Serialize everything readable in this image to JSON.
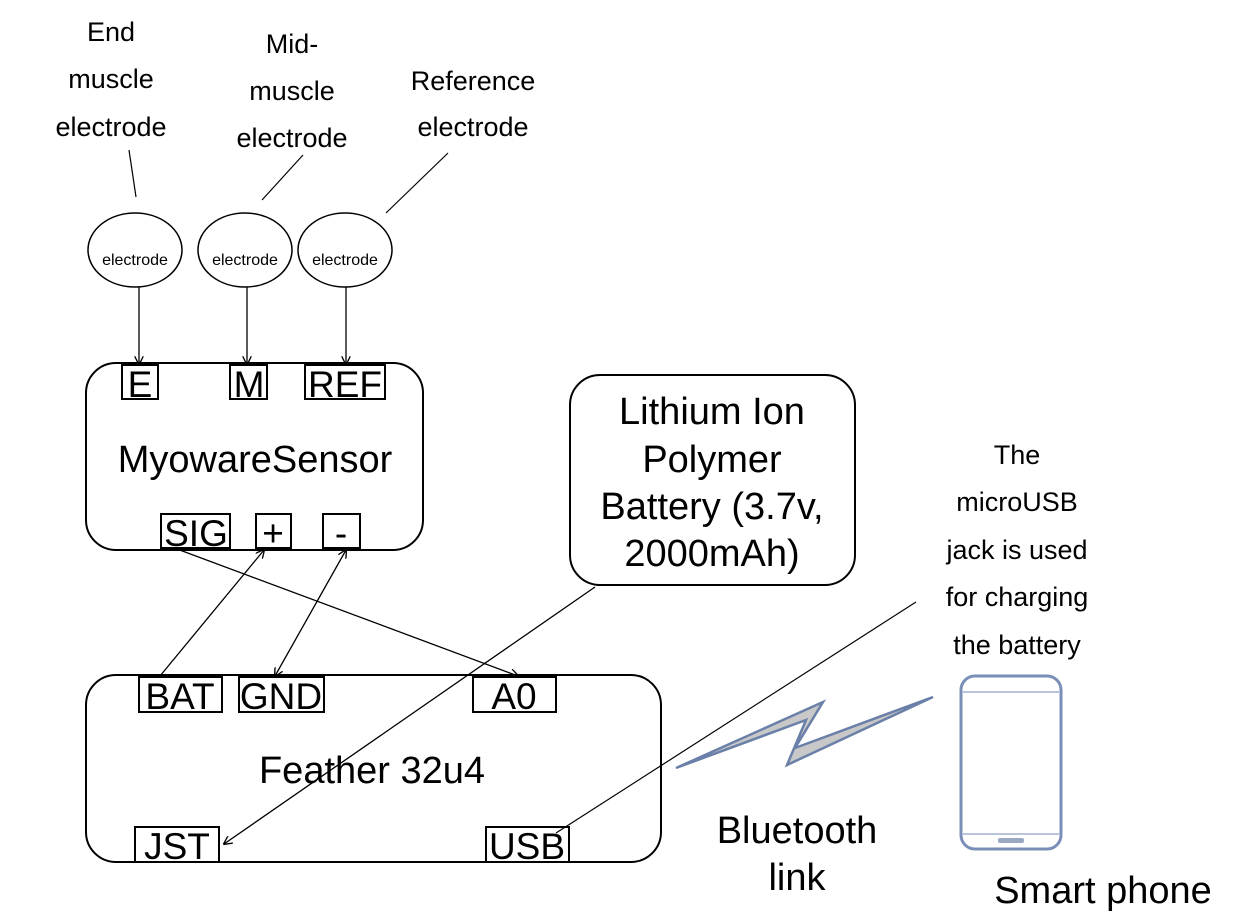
{
  "labels": {
    "end_muscle": [
      "End",
      "muscle",
      "electrode"
    ],
    "mid_muscle": [
      "Mid-",
      "muscle",
      "electrode"
    ],
    "reference": [
      "Reference",
      "electrode"
    ]
  },
  "electrodes": [
    "electrode",
    "electrode",
    "electrode"
  ],
  "myoware": {
    "title": "MyowareSensor",
    "pins_top": [
      "E",
      "M",
      "REF"
    ],
    "pins_bottom": [
      "SIG",
      "+",
      "-"
    ]
  },
  "battery": {
    "lines": [
      "Lithium Ion",
      "Polymer",
      "Battery (3.7v,",
      "2000mAh)"
    ]
  },
  "feather": {
    "title": "Feather 32u4",
    "pins_top": [
      "BAT",
      "GND",
      "A0"
    ],
    "pins_bottom": [
      "JST",
      "USB"
    ]
  },
  "usb_note": [
    "The",
    "microUSB",
    "jack is used",
    "for charging",
    "the battery"
  ],
  "bluetooth": [
    "Bluetooth",
    "link"
  ],
  "phone": {
    "label": "Smart phone"
  },
  "colors": {
    "ink": "#000000",
    "lightning_fill": "#c8c8c8",
    "lightning_stroke": "#6a80a8",
    "phone_stroke": "#7a8fb8"
  }
}
